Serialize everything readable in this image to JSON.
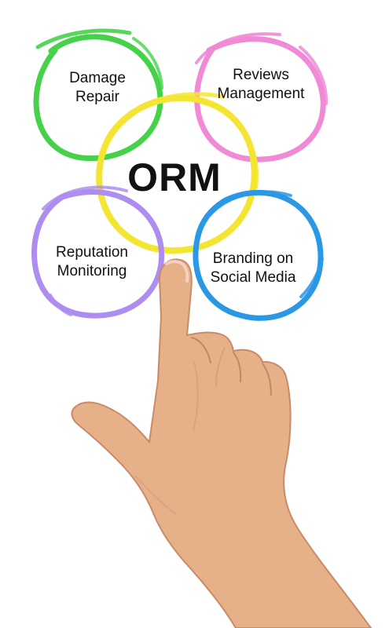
{
  "diagram": {
    "center": {
      "label": "ORM",
      "color": "#f4e533"
    },
    "nodes": [
      {
        "line1": "Damage",
        "line2": "Repair",
        "color": "#45d24a"
      },
      {
        "line1": "Reviews",
        "line2": "Management",
        "color": "#f08ad7"
      },
      {
        "line1": "Reputation",
        "line2": "Monitoring",
        "color": "#ad8df0"
      },
      {
        "line1": "Branding on",
        "line2": "Social Media",
        "color": "#2b98e6"
      }
    ]
  },
  "photo": {
    "skin_color": "#e6b089"
  }
}
